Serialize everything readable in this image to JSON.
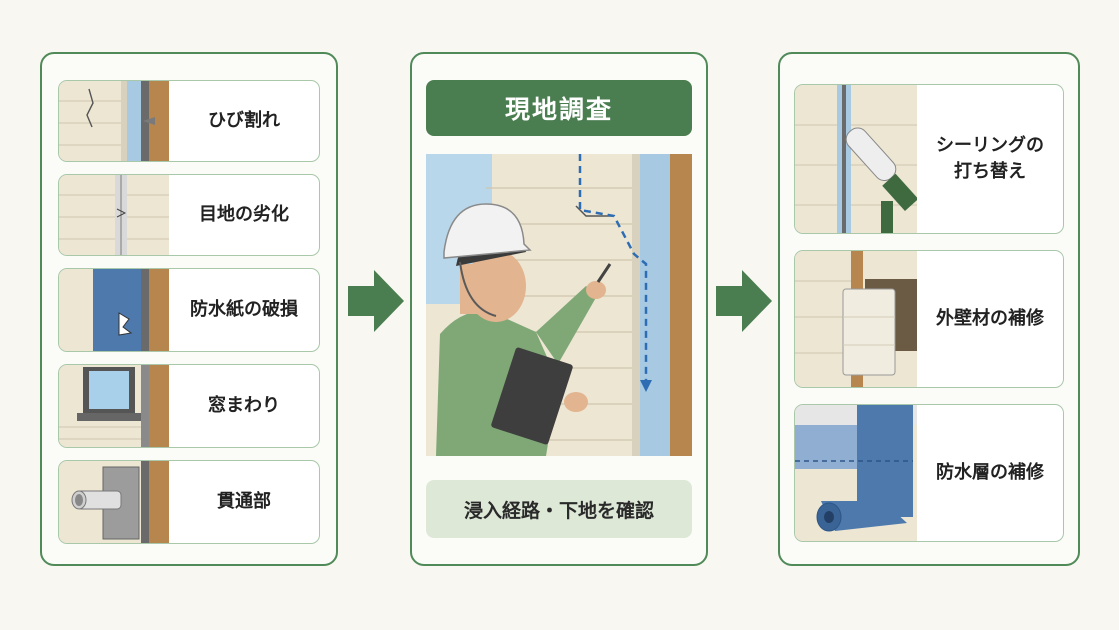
{
  "left_panel": {
    "items": [
      {
        "label": "ひび割れ"
      },
      {
        "label": "目地の劣化"
      },
      {
        "label": "防水紙の破損"
      },
      {
        "label": "窓まわり"
      },
      {
        "label": "貫通部"
      }
    ]
  },
  "center_panel": {
    "title": "現地調査",
    "caption": "浸入経路・下地を確認"
  },
  "right_panel": {
    "items": [
      {
        "label": "シーリングの\n打ち替え"
      },
      {
        "label": "外壁材の補修"
      },
      {
        "label": "防水層の補修"
      }
    ]
  },
  "colors": {
    "accent_green": "#4a7d50",
    "border_green": "#4f8a58",
    "caption_bg": "#dde8d7"
  }
}
